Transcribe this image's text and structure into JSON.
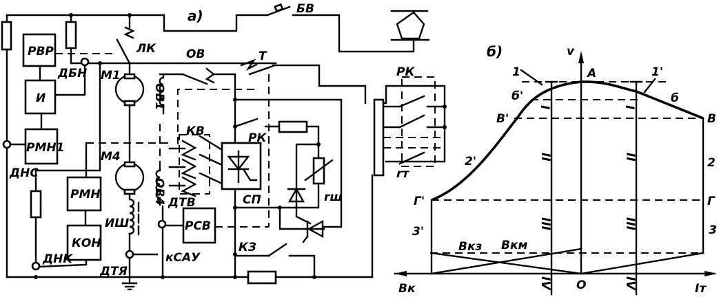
{
  "schematic": {
    "title": "а)",
    "labels": {
      "bv": "БВ",
      "rvr": "РВР",
      "dbn": "ДБН",
      "lk": "ЛК",
      "ov": "ОВ",
      "t": "Т",
      "m1": "М1",
      "i": "И",
      "ov1": "ОВ1",
      "rk": "РК",
      "rk2": "РК",
      "kv": "КВ",
      "rmn1": "РМН1",
      "dns": "ДНС",
      "m4": "М4",
      "ov4": "ОВ4",
      "rmn": "РМН",
      "kon": "КОН",
      "dnk": "ДНК",
      "ish": "ИШ",
      "dtya": "ДТЯ",
      "ksau": "кСАУ",
      "dtv": "ДТВ",
      "rsv": "РСВ",
      "sp": "СП",
      "kz": "КЗ",
      "rsh": "rш",
      "rt": "rт"
    }
  },
  "graph": {
    "title": "б)",
    "labels": {
      "v": "v",
      "a": "A",
      "one": "1",
      "one_p": "1'",
      "b_p": "б'",
      "b": "б",
      "v_p": "В'",
      "v_pt": "В",
      "two_p": "2'",
      "two": "2",
      "g_p": "Г'",
      "g": "Г",
      "three_p": "3'",
      "three": "3",
      "bkz": "Bкз",
      "bkm": "Bкм",
      "bk": "Bк",
      "o": "O",
      "it": "Iт",
      "zones": [
        "I",
        "II",
        "III",
        "IV"
      ]
    }
  }
}
